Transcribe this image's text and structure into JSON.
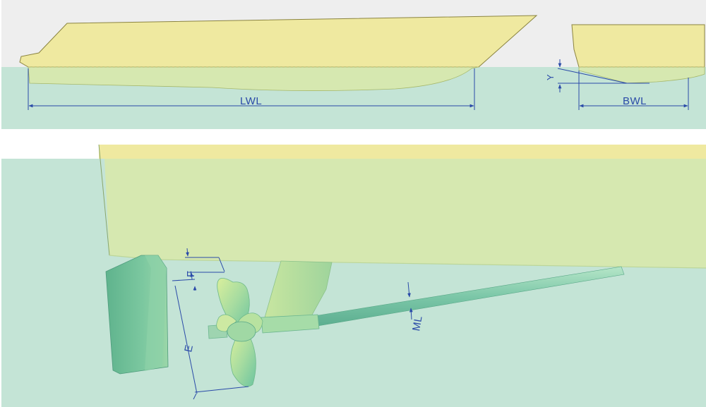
{
  "top_panel": {
    "labels": {
      "lwl": "LWL",
      "bwl": "BWL",
      "y": "Y"
    }
  },
  "bottom_panel": {
    "labels": {
      "f": "F",
      "e": "E",
      "ml": "ML"
    }
  },
  "colors": {
    "water": "#c4e4d6",
    "air": "#eeeeee",
    "hull_above": "#efe9a0",
    "hull_below": "#d6e8b0",
    "dimension": "#2a4aa8",
    "hull_outline": "#6f6a3a",
    "propeller": "#a8dca0",
    "shaft": "#7cc7a8",
    "rudder": "#6cbf98"
  }
}
